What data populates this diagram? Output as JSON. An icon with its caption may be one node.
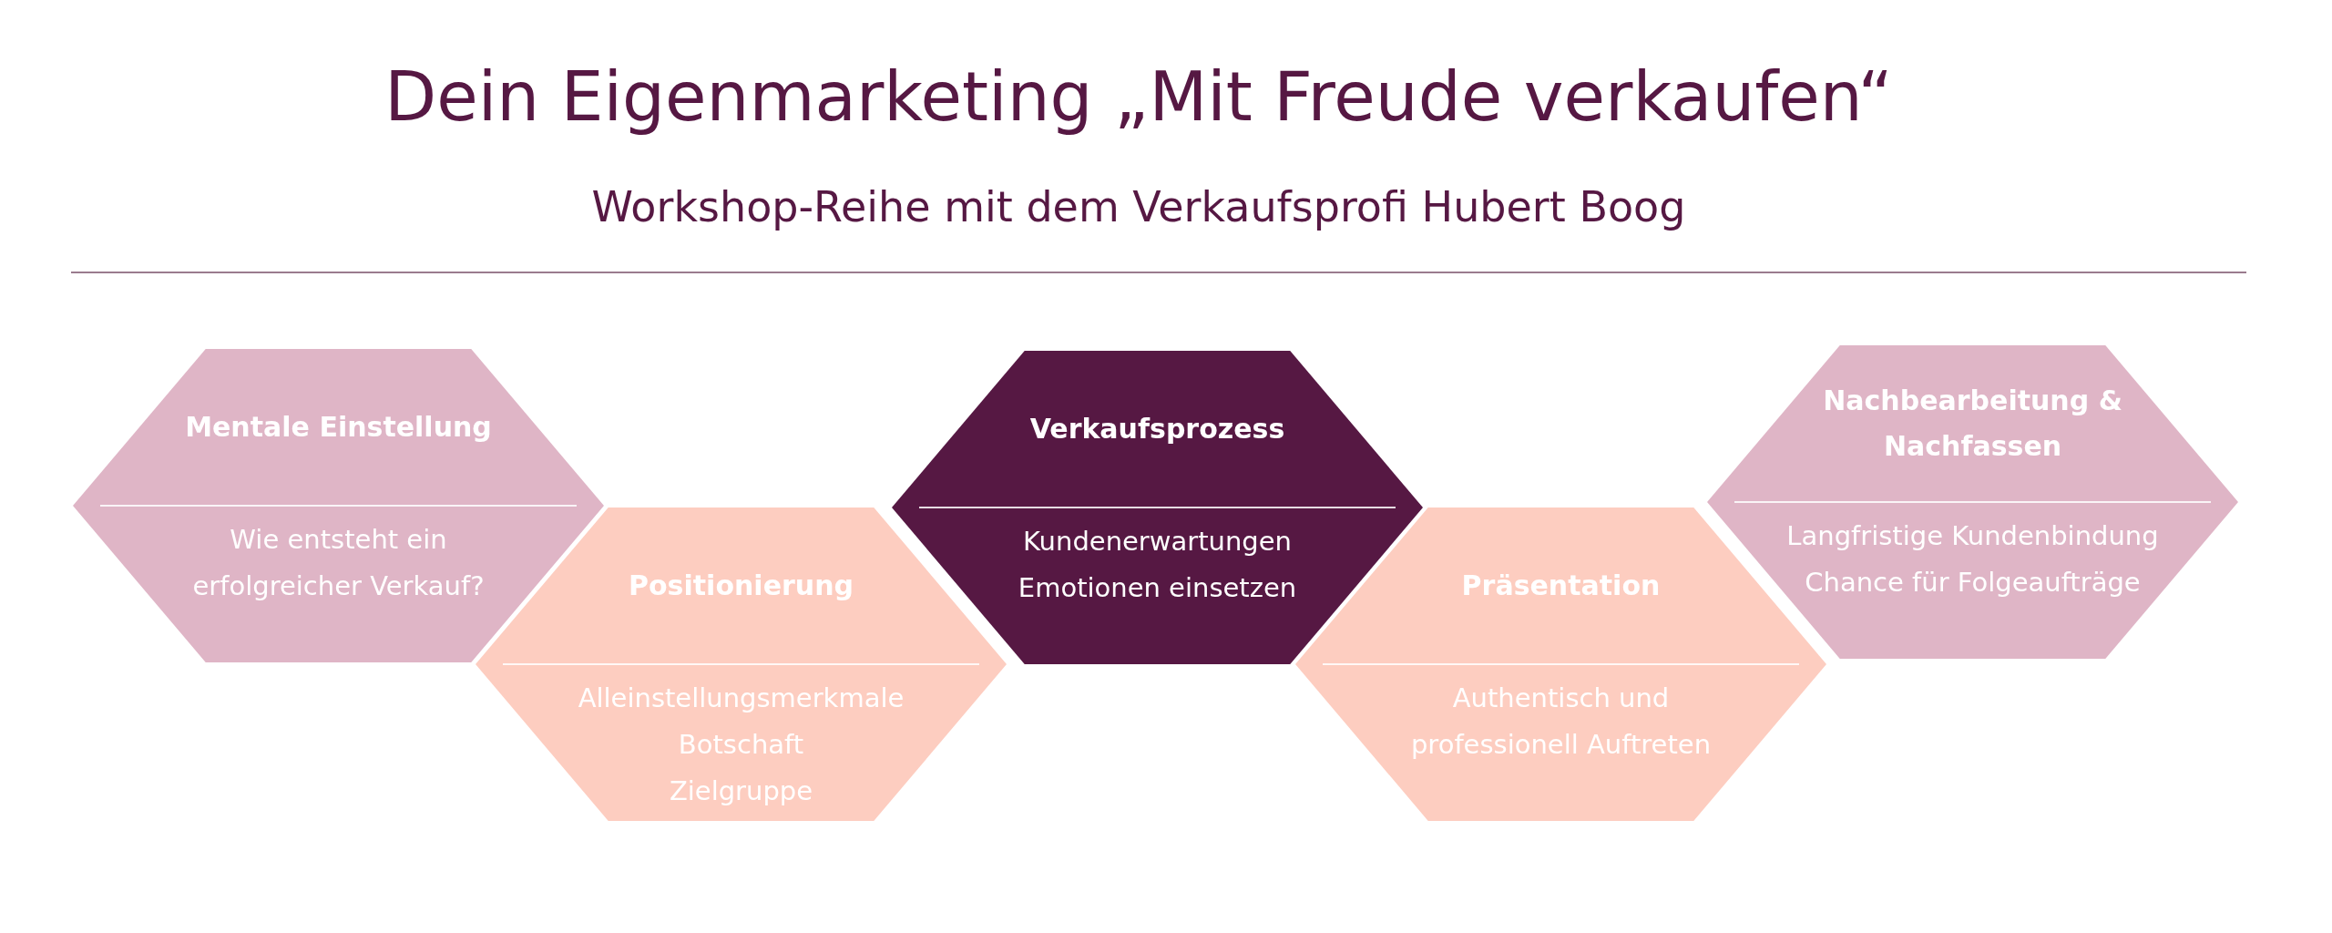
{
  "diagram": {
    "title": "Dein Eigenmarketing „Mit Freude verkaufen“",
    "nodes": [
      {
        "text": [
          "Mentale Einstellung",
          "Wie entsteht ein erfolgreicher Verkauf?"
        ]
      },
      {
        "text": [
          "Positionierung",
          "Alleinstellungsmerkmale",
          "Botschaft",
          "Zielgruppe"
        ]
      },
      {
        "text": [
          "Verkaufsprozess",
          "Kundenerwartungen",
          "Emotionen einsetzen"
        ]
      },
      {
        "text": [
          "Präsentation",
          "Authentisch und professionell Auftreten"
        ]
      },
      {
        "text": [
          "Nachbearbeitung & Nachfassen",
          "Langfristige Kundenbindung",
          "Chance für Folgeaufträge"
        ]
      }
    ],
    "labels": [
      "Workshop-Reihe mit dem Verkaufsprofi Hubert Boog"
    ]
  }
}
